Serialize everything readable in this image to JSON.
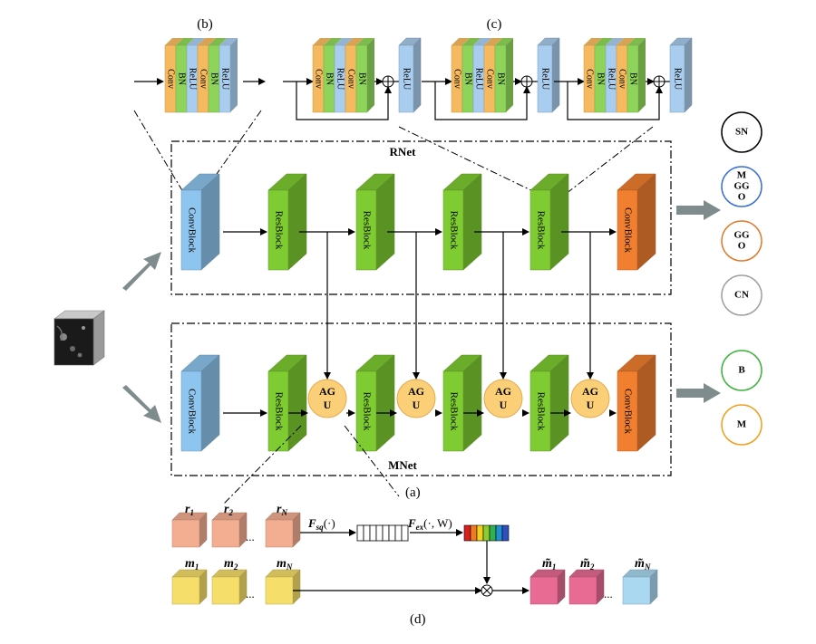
{
  "labels": {
    "a": "(a)",
    "b": "(b)",
    "c": "(c)",
    "d": "(d)",
    "rnet": "RNet",
    "mnet": "MNet"
  },
  "blocks": {
    "convblock": "ConvBlock",
    "resblock": "ResBlock",
    "agu_line1": "AG",
    "agu_line2": "U"
  },
  "layers": {
    "conv": "Conv",
    "bn": "BN",
    "relu": "ReLU",
    "relu_small": "ReLU"
  },
  "outputs_rnet": [
    {
      "lines": [
        "SN"
      ],
      "color": "#000000"
    },
    {
      "lines": [
        "M",
        "GG",
        "O"
      ],
      "color": "#3a6fd8"
    },
    {
      "lines": [
        "GG",
        "O"
      ],
      "color": "#e07a2c"
    },
    {
      "lines": [
        "CN"
      ],
      "color": "#a0a0a0"
    }
  ],
  "outputs_mnet": [
    {
      "lines": [
        "B"
      ],
      "color": "#3cb43c"
    },
    {
      "lines": [
        "M"
      ],
      "color": "#f0a020"
    }
  ],
  "squeeze": {
    "r1": "r",
    "r1_sub": "1",
    "r2": "r",
    "r2_sub": "2",
    "rN": "r",
    "rN_sub": "N",
    "m1": "m",
    "m1_sub": "1",
    "m2": "m",
    "m2_sub": "2",
    "mN": "m",
    "mN_sub": "N",
    "mt1": "m̃",
    "mt1_sub": "1",
    "mt2": "m̃",
    "mt2_sub": "2",
    "mtN": "m̃",
    "mtN_sub": "N",
    "ellipsis": "...",
    "fsq": "F",
    "fsq_sub": "sq",
    "fsq_arg": "(·)",
    "fex": "F",
    "fex_sub": "ex",
    "fex_arg": "(·, W)"
  },
  "colors": {
    "conv_orange": "#f5b95f",
    "bn_green": "#8fd45a",
    "relu_blue": "#a9cdee",
    "convblock_blue": "#8ec5ee",
    "resblock_green": "#7ecb32",
    "final_orange": "#f07f30",
    "agu_yellow": "#fbcf78",
    "r_salmon": "#f3ae92",
    "m_yellow": "#f6de6a",
    "mt_pink": "#e76b93",
    "mt_blue": "#a9d8f0"
  },
  "excitation_colors": [
    "#d62020",
    "#f07a20",
    "#f2d020",
    "#8ccc30",
    "#30b050",
    "#2090d0",
    "#3050c0"
  ]
}
